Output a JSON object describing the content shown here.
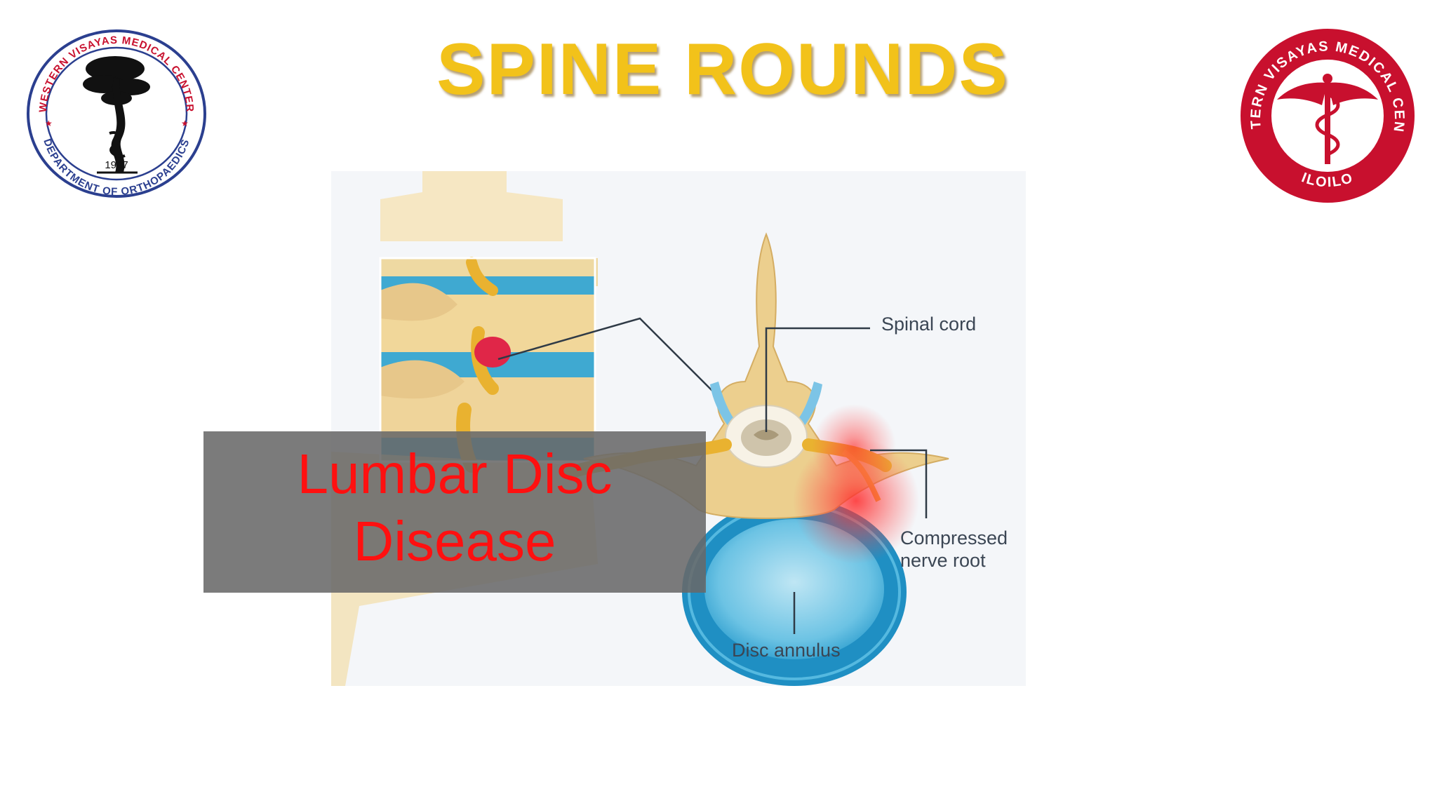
{
  "slide": {
    "title": "SPINE ROUNDS",
    "overlay": {
      "line1": "Lumbar Disc",
      "line2": "Disease"
    }
  },
  "logos": {
    "left": {
      "ring_text": "WESTERN VISAYAS MEDICAL CENTER",
      "year": "1987",
      "department": "DEPARTMENT OF ORTHOPAEDICS"
    },
    "right": {
      "ring_text": "WESTERN VISAYAS MEDICAL CENTER",
      "city": "ILOILO"
    }
  },
  "illustration": {
    "labels": {
      "spinal_cord": "Spinal cord",
      "compressed_nerve_root": "Compressed nerve root",
      "disc_annulus": "Disc annulus"
    }
  },
  "colors": {
    "title": "#f2c21a",
    "overlay_text": "#ff1010",
    "overlay_box": "#696969",
    "logo_right_red": "#c8102e",
    "logo_left_blue": "#2b3f8f",
    "bone": "#f1d79a",
    "disc": "#3fa9d1"
  }
}
